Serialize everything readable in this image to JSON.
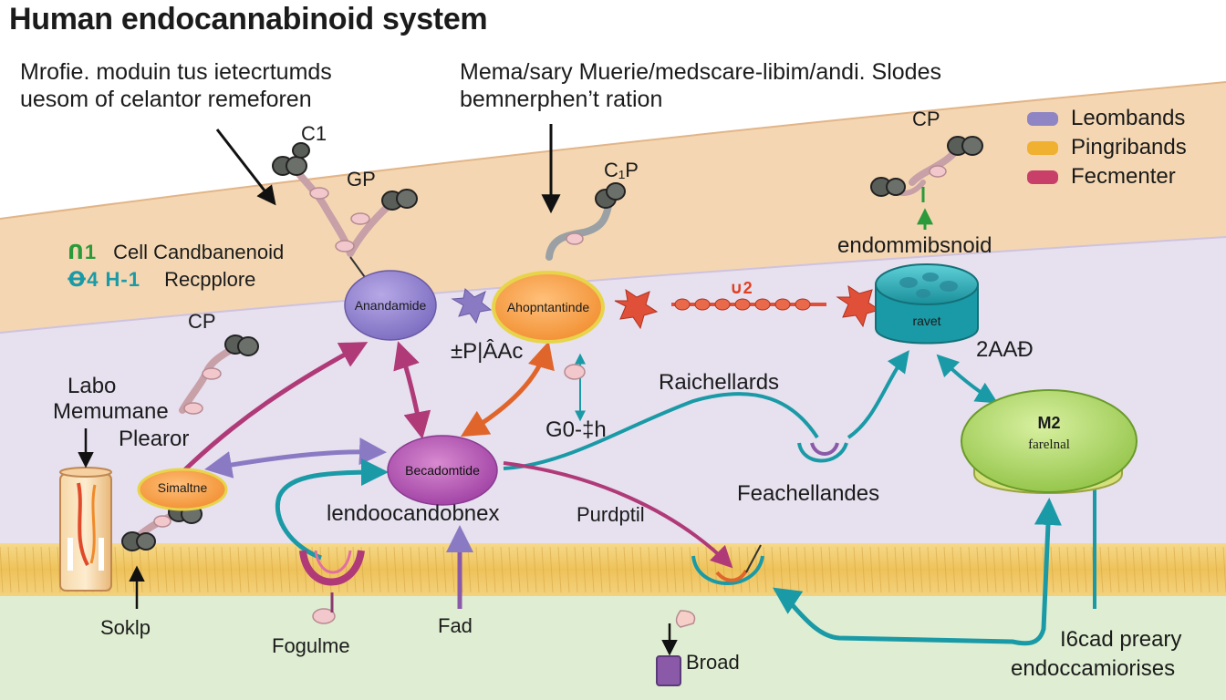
{
  "title": "Human endocannabinoid system",
  "notes": {
    "top_left_line1": "Mrofie. moduin tus ietecrtumds",
    "top_left_line2": "uesom of celantor remeforen",
    "top_center_line1": "Mema/sary Muerie/medscare-libim/andi. Slodes",
    "top_center_line2": "bemnerphen’t ration"
  },
  "legend": [
    {
      "label": "Leombands",
      "color": "#8f84c4"
    },
    {
      "label": "Pingribands",
      "color": "#f0b030"
    },
    {
      "label": "Fecmenter",
      "color": "#c8406a"
    }
  ],
  "key": {
    "row1_mark": "ᑎ1",
    "row1_label": "Cell Candbanenoid",
    "row2_mark": "Ꝋ4 H-1",
    "row2_label": "Recpplore"
  },
  "nodes": {
    "anandamide": "Anandamide",
    "ahopntantinde": "Ahopntantinde",
    "becadomtide": "Becadomtide",
    "simaltne": "Simaltne",
    "ravet": "ravet",
    "m2_title": "M2",
    "m2_sub": "farelnal"
  },
  "labels": {
    "c1": "C1",
    "gp": "GP",
    "cp_mid": "C₁P",
    "cp_right": "CP",
    "cp_left": "CP",
    "endommibsnoid": "endommibsnoid",
    "pjaac": "±P|ÂAc",
    "g0h": "G0-‡h",
    "raichellards": "Raichellards",
    "feachellandes": "Feachellandes",
    "aah": "2AAÐ",
    "labo_line1": "Labo",
    "labo_line2": "Memumane",
    "plearor": "Plearor",
    "lendoocandobnex": "lendoocandobnex",
    "purdptil": "Purdptil",
    "soklp": "Soklp",
    "fogulme": "Fogulme",
    "fad": "Fad",
    "broad": "Broad",
    "bottom_right_line1": "I6cad preary",
    "bottom_right_line2": "endoccamiorises",
    "u2": "∪2"
  },
  "colors": {
    "upper_band": "#f4d7b2",
    "cytoplasm": "#e5e0ee",
    "membrane": "#f0c863",
    "lower_band": "#dfeed2",
    "teal": "#1a9aa6",
    "magenta": "#b03a78",
    "purple_arrow": "#8a7ac4",
    "orange_arrow": "#e0652a",
    "red_star": "#e05038",
    "green_node": "#a6d35a"
  }
}
